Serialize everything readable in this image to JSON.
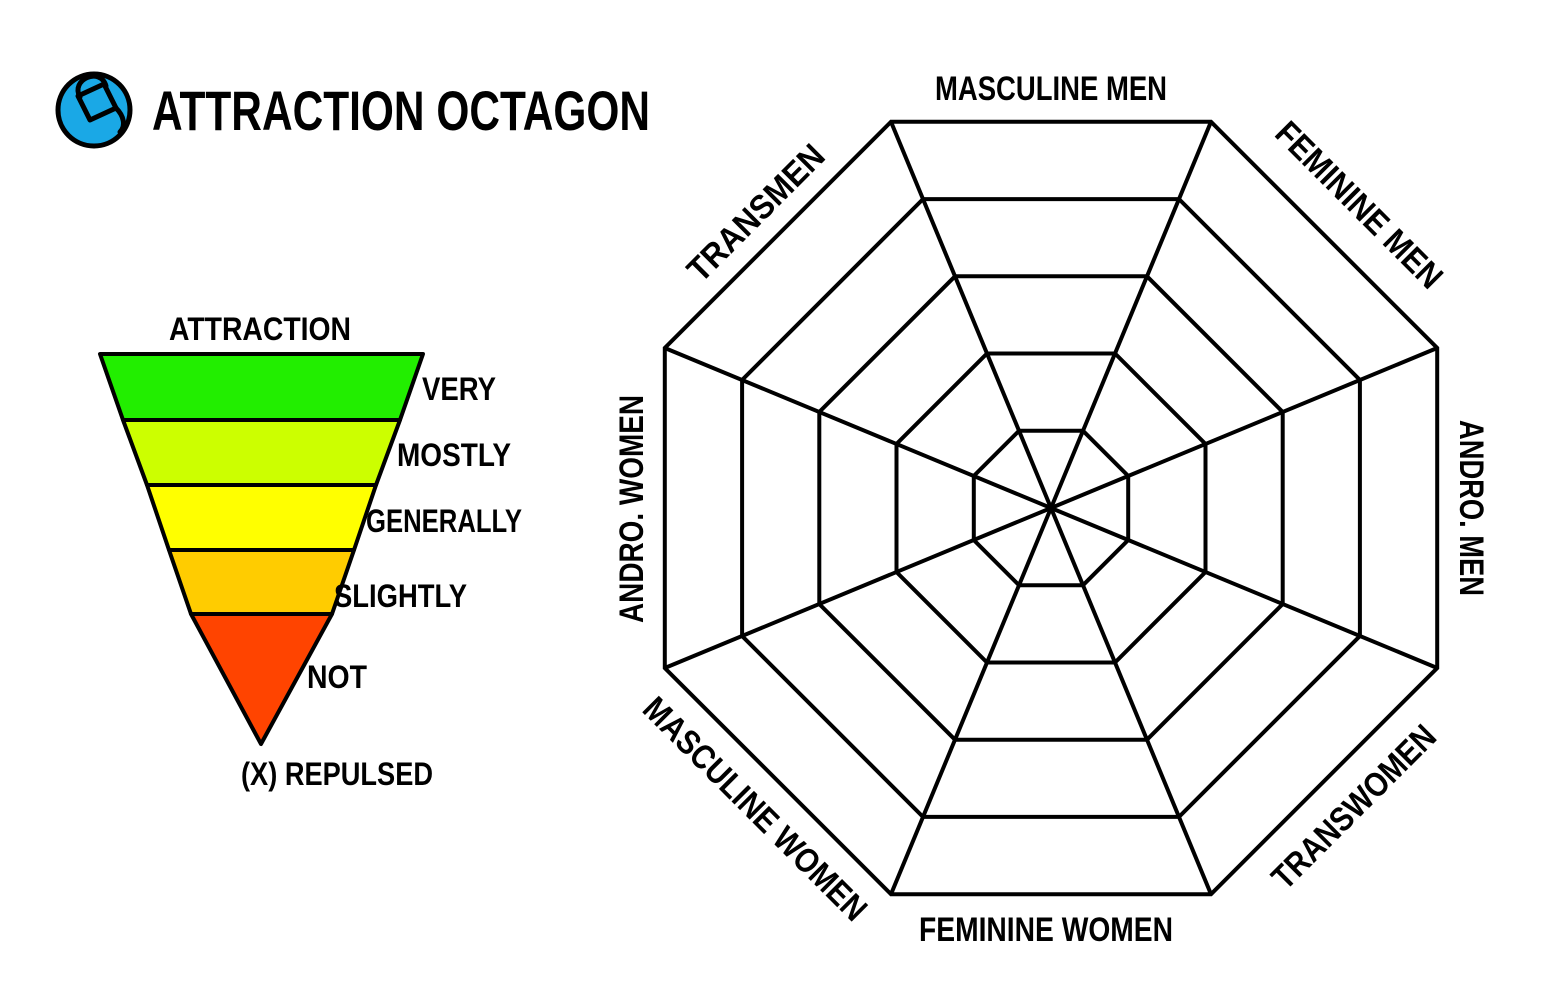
{
  "title": "ATTRACTION OCTAGON",
  "logo_icon": "paint-bucket-icon",
  "legend": {
    "header": "ATTRACTION",
    "levels": [
      {
        "label": "VERY",
        "color": "#22ee00"
      },
      {
        "label": "MOSTLY",
        "color": "#ccff00"
      },
      {
        "label": "GENERALLY",
        "color": "#ffff00"
      },
      {
        "label": "SLIGHTLY",
        "color": "#ffcc00"
      },
      {
        "label": "NOT",
        "color": "#ff4400"
      }
    ],
    "repulsed_label": "(X) REPULSED"
  },
  "octagon": {
    "rings": 5,
    "axes": [
      {
        "label": "MASCULINE MEN"
      },
      {
        "label": "FEMININE MEN"
      },
      {
        "label": "ANDRO. MEN"
      },
      {
        "label": "TRANSWOMEN"
      },
      {
        "label": "FEMININE WOMEN"
      },
      {
        "label": "MASCULINE WOMEN"
      },
      {
        "label": "ANDRO. WOMEN"
      },
      {
        "label": "TRANSMEN"
      }
    ]
  },
  "colors": {
    "logo_fill": "#1aa8e6",
    "stroke": "#000000"
  }
}
